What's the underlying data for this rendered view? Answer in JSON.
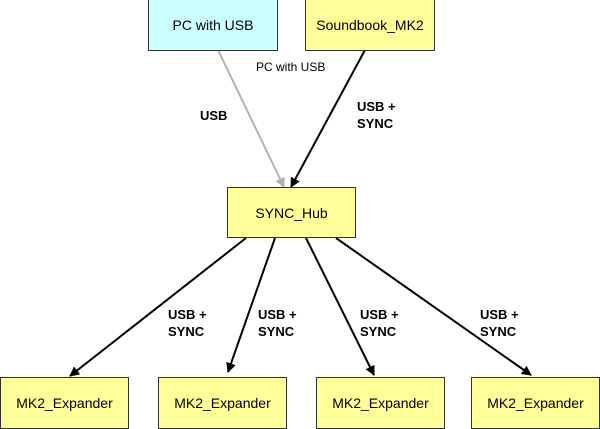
{
  "colors": {
    "pc_fill": "#ccffff",
    "node_fill": "#ffff99",
    "usb_line": "#b2b2b2",
    "sync_line": "#000000"
  },
  "nodes": {
    "pc": "PC with USB",
    "soundbook": "Soundbook_MK2",
    "hub": "SYNC_Hub",
    "expanders": [
      "MK2_Expander",
      "MK2_Expander",
      "MK2_Expander",
      "MK2_Expander"
    ]
  },
  "annotation": "PC with USB",
  "edges": {
    "pc_to_hub": "USB",
    "soundbook_to_hub": [
      "USB +",
      "SYNC"
    ],
    "hub_to_expanders": [
      [
        "USB +",
        "SYNC"
      ],
      [
        "USB +",
        "SYNC"
      ],
      [
        "USB +",
        "SYNC"
      ],
      [
        "USB +",
        "SYNC"
      ]
    ]
  }
}
